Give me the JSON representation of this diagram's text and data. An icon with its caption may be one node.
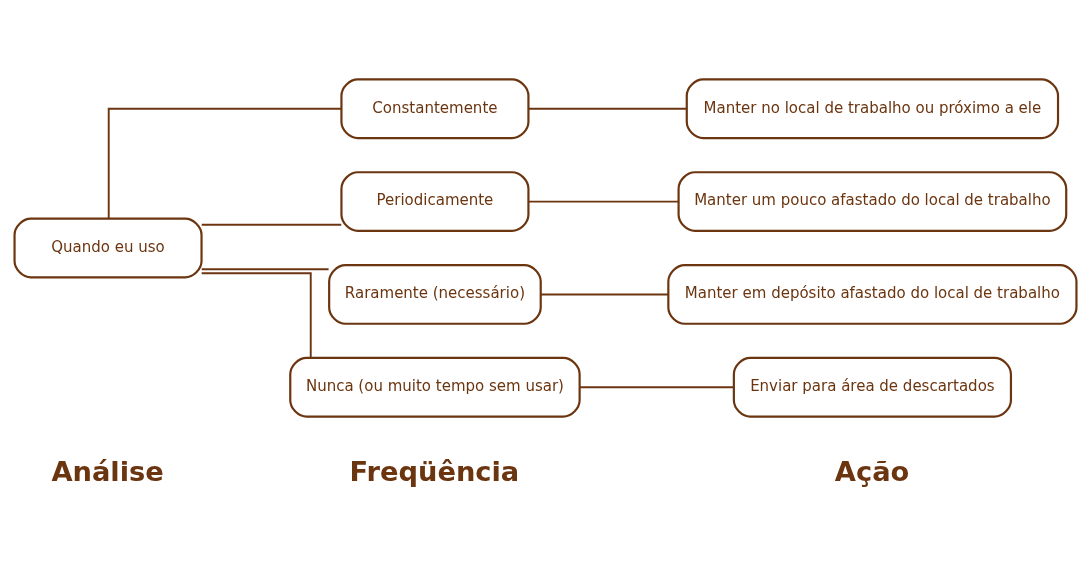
{
  "diagram": {
    "nodes": [
      {
        "text": [
          "Quando eu uso"
        ]
      },
      {
        "text": [
          "Constantemente"
        ]
      },
      {
        "text": [
          "Manter no local de trabalho ou próximo a ele"
        ]
      },
      {
        "text": [
          "Periodicamente"
        ]
      },
      {
        "text": [
          "Manter um pouco afastado do local de trabalho"
        ]
      },
      {
        "text": [
          "Raramente (necessário)"
        ]
      },
      {
        "text": [
          "Manter em depósito afastado do local de trabalho"
        ]
      },
      {
        "text": [
          "Nunca (ou muito tempo sem usar)"
        ]
      },
      {
        "text": [
          "Enviar para área de descartados"
        ]
      }
    ],
    "edges": [
      {
        "from": 0,
        "to": 1,
        "arrow": "none"
      },
      {
        "from": 0,
        "to": 3,
        "arrow": "none"
      },
      {
        "from": 0,
        "to": 5,
        "arrow": "none"
      },
      {
        "from": 0,
        "to": 7,
        "arrow": "none"
      },
      {
        "from": 1,
        "to": 2,
        "arrow": "none"
      },
      {
        "from": 3,
        "to": 4,
        "arrow": "none"
      },
      {
        "from": 5,
        "to": 6,
        "arrow": "none"
      },
      {
        "from": 7,
        "to": 8,
        "arrow": "none"
      }
    ],
    "labels": [
      "Análise",
      "Freqüência",
      "Ação"
    ]
  }
}
